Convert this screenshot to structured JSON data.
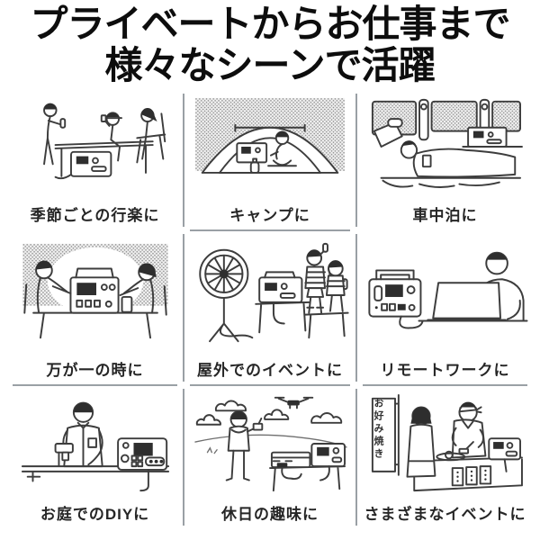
{
  "header": {
    "title_line1": "プライベートからお仕事まで",
    "title_line2": "様々なシーンで活躍"
  },
  "scenes": [
    {
      "caption": "季節ごとの行楽に",
      "illustration": "picnic-with-power-station"
    },
    {
      "caption": "キャンプに",
      "illustration": "camping-tent-with-power-station"
    },
    {
      "caption": "車中泊に",
      "illustration": "car-camping-with-power-station"
    },
    {
      "caption": "万が一の時に",
      "illustration": "blackout-emergency-with-power-station"
    },
    {
      "caption": "屋外でのイベントに",
      "illustration": "outdoor-event-fan-with-power-station"
    },
    {
      "caption": "リモートワークに",
      "illustration": "remote-work-laptop-with-power-station"
    },
    {
      "caption": "お庭でのDIYに",
      "illustration": "garden-diy-drill-with-power-station"
    },
    {
      "caption": "休日の趣味に",
      "illustration": "holiday-drone-hobby-with-power-station"
    },
    {
      "caption": "さまざまなイベントに",
      "illustration": "food-stall-event-with-power-station",
      "banner_text": "お好み焼き"
    }
  ],
  "colors": {
    "divider": "#9aa0a5",
    "line_art": "#3d3d3d",
    "headline_text": "#0d0d0d",
    "caption_text": "#262626"
  }
}
